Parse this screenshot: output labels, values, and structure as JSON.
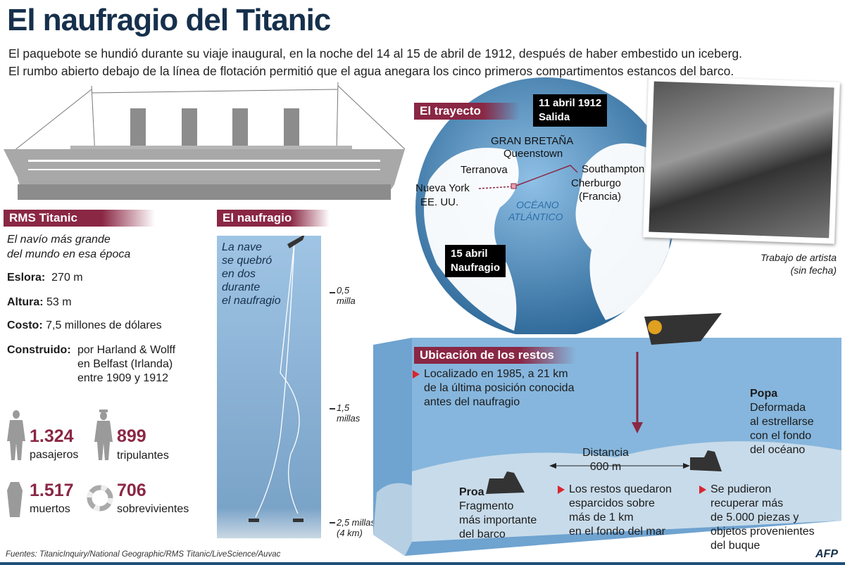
{
  "title": "El naufragio del Titanic",
  "subtitle": [
    "El paquebote se hundió durante su viaje inaugural, en la noche del 14 al 15 de abril de 1912, después de haber embestido un iceberg.",
    "El rumbo abierto debajo de la línea de flotación permitió que el agua anegara los cinco primeros compartimentos estancos del barco."
  ],
  "colors": {
    "accent": "#8a2744",
    "ocean": "#7fb0d8",
    "title": "#16304c",
    "marker": "#d8262e"
  },
  "rms": {
    "header": "RMS Titanic",
    "intro": [
      "El navío más grande",
      "del mundo en esa época"
    ],
    "facts": [
      {
        "k": "Eslora:",
        "v": "270 m"
      },
      {
        "k": "Altura:",
        "v": "53 m"
      },
      {
        "k": "Costo:",
        "v": "7,5 millones de dólares"
      }
    ],
    "built": {
      "k": "Construido:",
      "v": [
        "por Harland & Wolff",
        "en Belfast (Irlanda)",
        "entre 1909 y 1912"
      ]
    },
    "stats": [
      {
        "num": "1.324",
        "label": "pasajeros",
        "icon": "passenger-icon"
      },
      {
        "num": "899",
        "label": "tripulantes",
        "icon": "crew-icon"
      },
      {
        "num": "1.517",
        "label": "muertos",
        "icon": "coffin-icon"
      },
      {
        "num": "706",
        "label": "sobrevivientes",
        "icon": "lifebuoy-icon"
      }
    ]
  },
  "sinking": {
    "header": "El naufragio",
    "note": [
      "La nave",
      "se quebró",
      "en dos",
      "durante",
      "el naufragio"
    ],
    "depths": [
      {
        "a": "0,5",
        "b": "milla"
      },
      {
        "a": "1,5",
        "b": "millas"
      },
      {
        "a": "2,5 millas",
        "b": "(4 km)"
      }
    ]
  },
  "route": {
    "header": "El trayecto",
    "departure": [
      "11 abril 1912",
      "Salida"
    ],
    "wreck": [
      "15 abril",
      "Naufragio"
    ],
    "places": {
      "gb": "GRAN BRETAÑA",
      "queenstown": "Queenstown",
      "southampton": "Southampton",
      "cherburgo": "Cherburgo",
      "francia": "(Francia)",
      "terranova": "Terranova",
      "ny": "Nueva York",
      "usa": "EE. UU.",
      "ocean1": "OCÉANO",
      "ocean2": "ATLÁNTICO"
    }
  },
  "artwork": [
    "Trabajo de artista",
    "(sin fecha)"
  ],
  "remains": {
    "header": "Ubicación de los restos",
    "located": [
      "Localizado en 1985, a 21 km",
      "de la última posición conocida",
      "antes del naufragio"
    ],
    "popa": {
      "title": "Popa",
      "text": [
        "Deformada",
        "al estrellarse",
        "con el fondo",
        "del océano"
      ]
    },
    "proa": {
      "title": "Proa",
      "text": [
        "Fragmento",
        "más importante",
        "del barco"
      ]
    },
    "distance": [
      "Distancia",
      "600 m"
    ],
    "scattered": [
      "Los restos quedaron",
      "esparcidos sobre",
      "más de 1 km",
      "en el fondo del mar"
    ],
    "recovered": [
      "Se pudieron",
      "recuperar más",
      "de 5.000 piezas y",
      "objetos provenientes",
      "del buque"
    ]
  },
  "sources": "Fuentes: TitanicInquiry/National Geographic/RMS Titanic/LiveScience/Auvac",
  "agency": "AFP"
}
